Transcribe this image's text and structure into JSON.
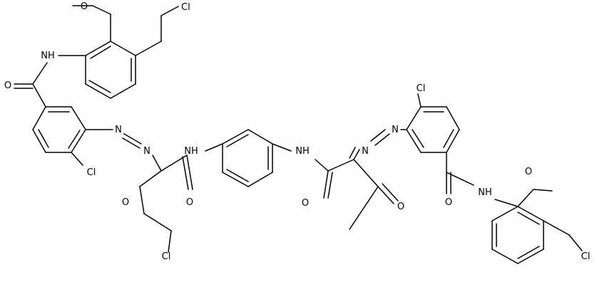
{
  "molecule": {
    "atom_labels": {
      "O1": "O",
      "Cl1": "Cl",
      "NH1": "NH",
      "O2": "O",
      "N1": "N",
      "N2": "N",
      "Cl2": "Cl",
      "NH2": "NH",
      "NH3": "NH",
      "N3": "N",
      "N4": "N",
      "Cl3": "Cl",
      "O3": "O",
      "O4": "O",
      "O5": "O",
      "O6": "O",
      "O7": "O",
      "NH4": "NH",
      "O8": "O",
      "Cl4": "Cl",
      "Cl5": "Cl"
    }
  }
}
